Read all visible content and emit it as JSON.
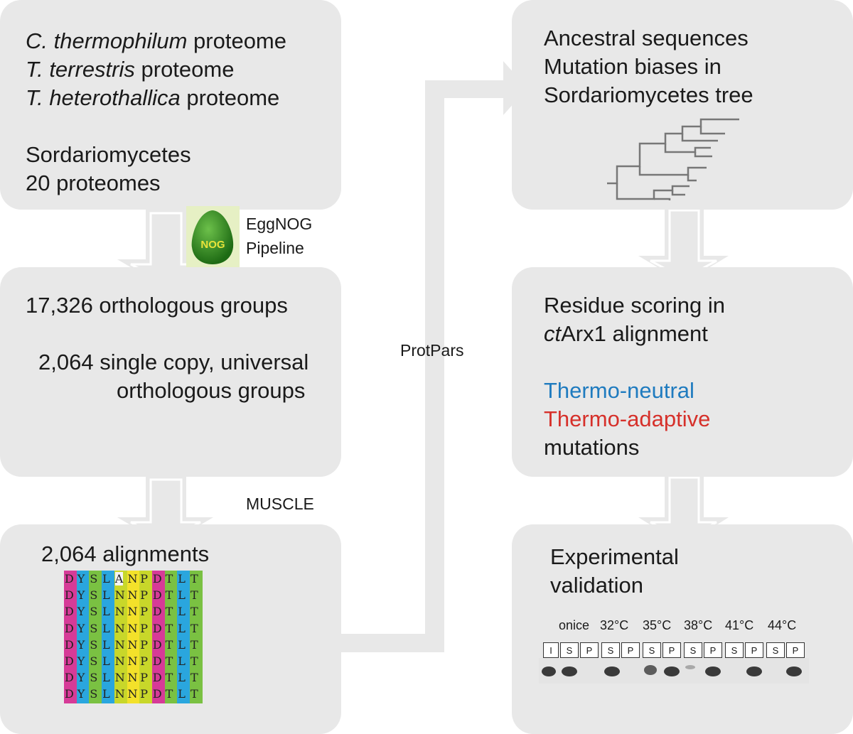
{
  "boxes": {
    "proteomes": {
      "line1_species": "C. thermophilum",
      "line1_rest": " proteome",
      "line2_species": "T. terrestris",
      "line2_rest": " proteome",
      "line3_species": "T. heterothallica",
      "line3_rest": " proteome",
      "line4": "Sordariomycetes",
      "line5": "20 proteomes"
    },
    "orthologous": {
      "line1": "17,326 orthologous groups",
      "line2": "2,064 single copy,  universal",
      "line3": "orthologous groups"
    },
    "alignments": {
      "title": "2,064 alignments",
      "sequences": [
        "DYSLANPDTLT",
        "DYSLNNPDTLT",
        "DYSLNNPDTLT",
        "DYSLNNPDTLT",
        "DYSLNNPDTLT",
        "DYSLNNPDTLT",
        "DYSLNNPDTLT",
        "DYSLNNPDTLT"
      ]
    },
    "ancestral": {
      "line1": "Ancestral sequences",
      "line2": "Mutation biases in",
      "line3": "Sordariomycetes tree"
    },
    "residue": {
      "line1": "Residue scoring in",
      "line2_italic": "ct",
      "line2_rest": "Arx1 alignment",
      "line3": "Thermo-neutral",
      "line4": "Thermo-adaptive",
      "line5": "mutations"
    },
    "experimental": {
      "line1": "Experimental",
      "line2": "validation"
    }
  },
  "labels": {
    "eggnog_line1": "EggNOG",
    "eggnog_line2": "Pipeline",
    "eggnog_logo": "NOG",
    "muscle": "MUSCLE",
    "protpars": "ProtPars"
  },
  "gel": {
    "temps": [
      "onice",
      "32°C",
      "35°C",
      "38°C",
      "41°C",
      "44°C"
    ],
    "lanes": [
      "I",
      "S",
      "P",
      "S",
      "P",
      "S",
      "P",
      "S",
      "P",
      "S",
      "P",
      "S",
      "P"
    ]
  },
  "colors": {
    "box": "#e8e8e8",
    "neutral": "#1f7bbf",
    "adaptive": "#d6302a",
    "align_colors": [
      "#d63b97",
      "#2aa6de",
      "#7ac142",
      "#2aa6de",
      "#c8d72a",
      "#f3e12a",
      "#c8d72a",
      "#d63b97",
      "#7ac142",
      "#2aa6de",
      "#7ac142"
    ]
  }
}
